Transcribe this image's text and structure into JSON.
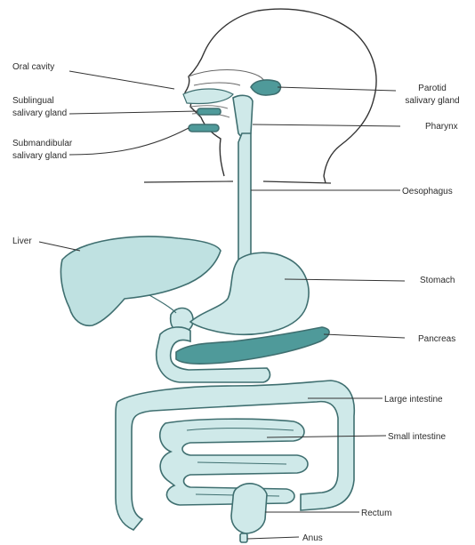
{
  "diagram": {
    "colors": {
      "organ_light": "#cfe9e9",
      "organ_mid": "#bfe1e1",
      "gland_dark": "#4f9a9a",
      "outline": "#3f6f70"
    },
    "labels": {
      "oral_cavity": "Oral cavity",
      "sublingual_1": "Sublingual",
      "sublingual_2": "salivary gland",
      "submandibular_1": "Submandibular",
      "submandibular_2": "salivary gland",
      "liver": "Liver",
      "parotid_1": "Parotid",
      "parotid_2": "salivary gland",
      "pharynx": "Pharynx",
      "oesophagus": "Oesophagus",
      "stomach": "Stomach",
      "pancreas": "Pancreas",
      "large_intestine": "Large intestine",
      "small_intestine": "Small intestine",
      "rectum": "Rectum",
      "anus": "Anus"
    }
  }
}
